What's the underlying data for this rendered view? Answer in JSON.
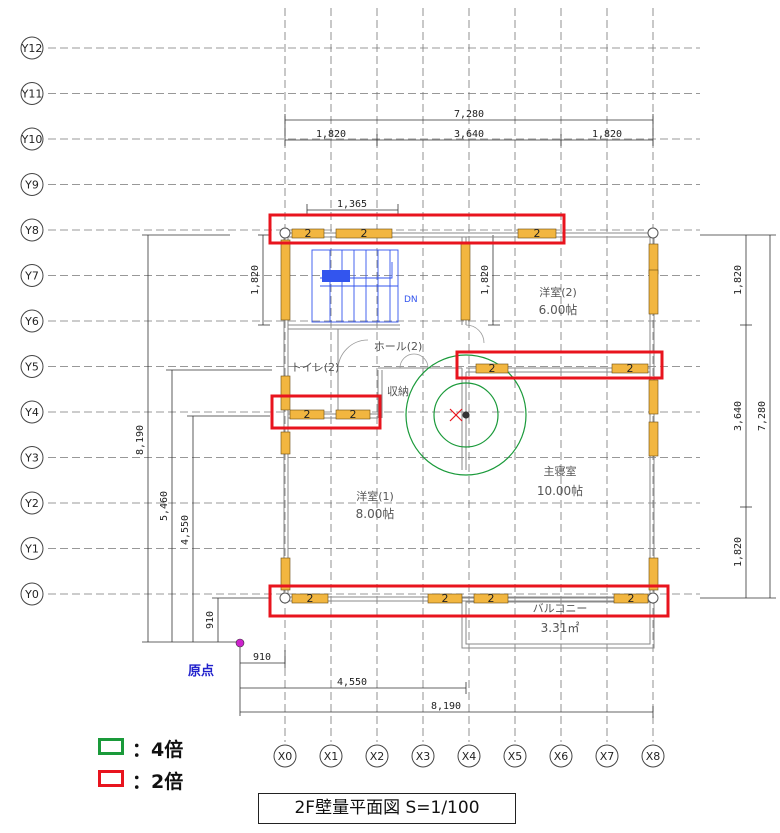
{
  "grid_rows": [
    "Y12",
    "Y11",
    "Y10",
    "Y9",
    "Y8",
    "Y7",
    "Y6",
    "Y5",
    "Y4",
    "Y3",
    "Y2",
    "Y1",
    "Y0"
  ],
  "grid_cols": [
    "X0",
    "X1",
    "X2",
    "X3",
    "X4",
    "X5",
    "X6",
    "X7",
    "X8"
  ],
  "dimensions": {
    "top_total": "7,280",
    "top_left": "1,820",
    "top_mid": "3,640",
    "top_right": "1,820",
    "stair_width": "1,365",
    "left_stair_height": "1,820",
    "mid_wall_height": "1,820",
    "left_overall": "8,190",
    "left_5460": "5,460",
    "left_4550": "4,550",
    "left_910": "910",
    "right_top": "1,820",
    "right_mid": "3,640",
    "right_bottom": "1,820",
    "right_total": "7,280",
    "bottom_910": "910",
    "bottom_4550": "4,550",
    "bottom_8190": "8,190"
  },
  "rooms": {
    "western2_name": "洋室(2)",
    "western2_size": "6.00帖",
    "hall": "ホール(2)",
    "toilet": "トイレ(2)",
    "storage": "収納",
    "master_name": "主寝室",
    "master_size": "10.00帖",
    "western1_name": "洋室(1)",
    "western1_size": "8.00帖",
    "balcony_name": "バルコニー",
    "balcony_size": "3.31㎡",
    "stair_dn": "DN"
  },
  "wall_multiplier_label": "2",
  "origin_label": "原点",
  "legend": {
    "green_label": "：4倍",
    "red_label": "：2倍",
    "green_color": "#1a9a3a",
    "red_color": "#e8141e"
  },
  "title": "2F壁量平面図  S=1/100",
  "colors": {
    "wall_brace": "#f2b640",
    "highlight_red": "#e8141e",
    "circle_green": "#1a9a3a",
    "stair_blue": "#3355ee",
    "origin_magenta": "#cc22cc"
  }
}
